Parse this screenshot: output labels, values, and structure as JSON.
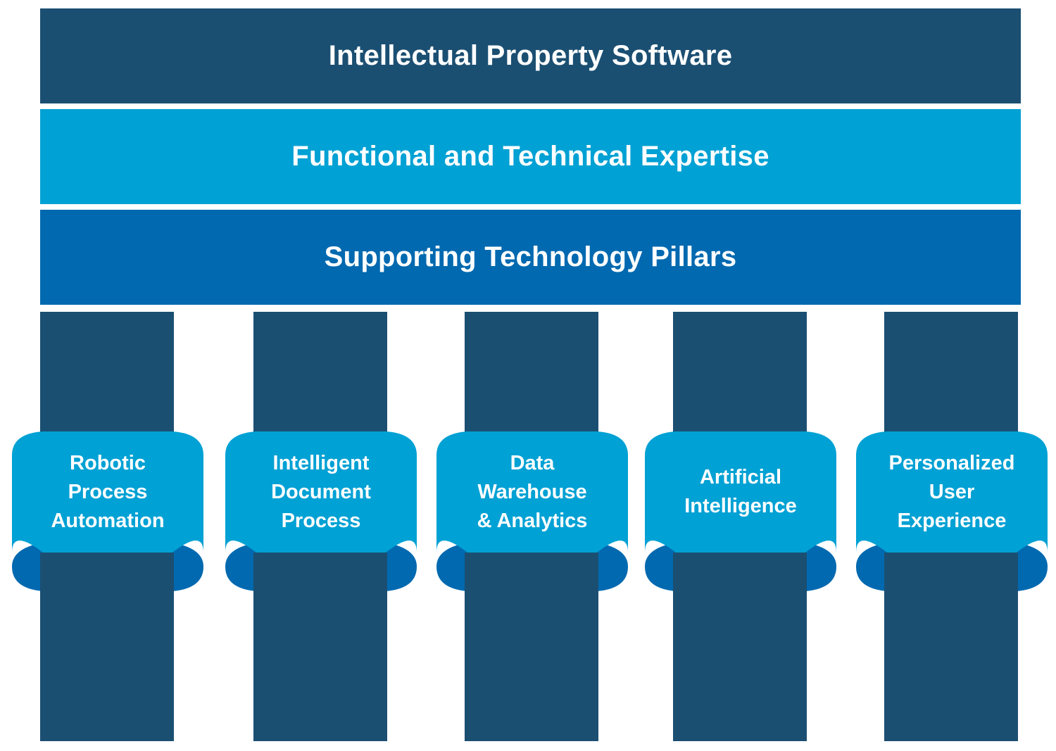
{
  "layers": {
    "top": "Intellectual Property Software",
    "middle": "Functional and Technical Expertise",
    "bottom": "Supporting Technology Pillars"
  },
  "pillars": [
    {
      "label": "Robotic\nProcess\nAutomation"
    },
    {
      "label": "Intelligent\nDocument\nProcess"
    },
    {
      "label": "Data\nWarehouse\n& Analytics"
    },
    {
      "label": "Artificial\nIntelligence"
    },
    {
      "label": "Personalized\nUser\nExperience"
    }
  ],
  "colors": {
    "dark_navy": "#1b4f72",
    "light_blue": "#00a1d4",
    "medium_blue": "#0069b0"
  }
}
